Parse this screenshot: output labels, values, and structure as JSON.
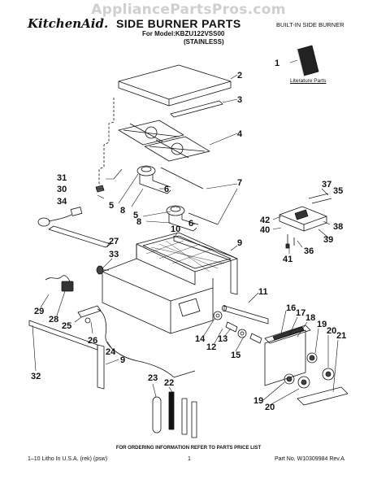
{
  "watermark": "AppliancePartsPros.com",
  "header": {
    "brand": "KitchenAid.",
    "title": "SIDE BURNER PARTS",
    "subtitle": "BUILT-IN SIDE BURNER",
    "model": "For Model:KBZU122VSS00",
    "variant": "(STAINLESS)"
  },
  "literature_label": "Literature Parts",
  "callouts": [
    "1",
    "2",
    "3",
    "4",
    "31",
    "30",
    "34",
    "7",
    "5",
    "6",
    "8",
    "5",
    "8",
    "6",
    "37",
    "35",
    "42",
    "40",
    "38",
    "39",
    "41",
    "36",
    "10",
    "9",
    "27",
    "33",
    "11",
    "29",
    "28",
    "25",
    "26",
    "24",
    "32",
    "9",
    "14",
    "13",
    "12",
    "15",
    "16",
    "17",
    "18",
    "19",
    "20",
    "21",
    "23",
    "22",
    "19",
    "20"
  ],
  "footer": {
    "ordering": "FOR ORDERING INFORMATION REFER TO PARTS PRICE LIST",
    "litho": "1–10 Litho In U.S.A. (rek) (psw)",
    "page": "1",
    "part_no": "Part No. W10309984 Rev.A"
  }
}
